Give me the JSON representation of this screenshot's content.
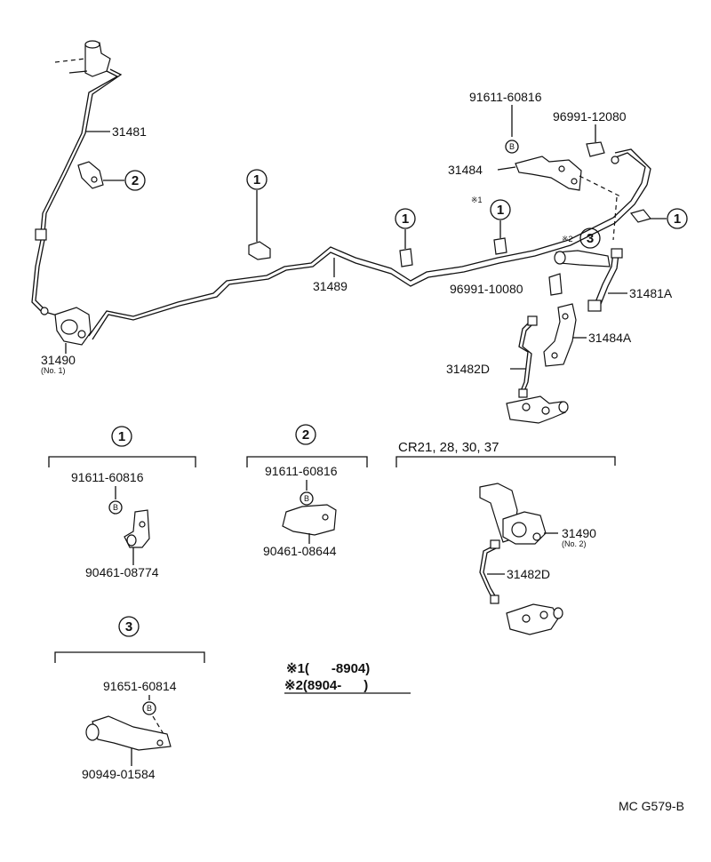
{
  "labels": {
    "p31481": "31481",
    "p31489": "31489",
    "p31490_top": "31490",
    "p31490_top_sub": "(No. 1)",
    "p91611_top": "91611-60816",
    "p96991_12080": "96991-12080",
    "p31484": "31484",
    "ast1_mark": "※1",
    "ast2_mark": "※2",
    "p96991_10080": "96991-10080",
    "p31481A": "31481A",
    "p31484A": "31484A",
    "p31482D_top": "31482D",
    "g1_p91611": "91611-60816",
    "g1_p90461": "90461-08774",
    "g2_p91611": "91611-60816",
    "g2_p90461": "90461-08644",
    "cr_header": "CR21, 28, 30, 37",
    "cr_p31490": "31490",
    "cr_p31490_sub": "(No. 2)",
    "cr_p31482D": "31482D",
    "g3_p91651": "91651-60814",
    "g3_p90949": "90949-01584",
    "note1": "※1(      -8904)",
    "note2": "※2(8904-      )",
    "catalog_code": "MC G579-B"
  },
  "callouts": {
    "one": "1",
    "two": "2",
    "three": "3"
  },
  "bolt_mark": "B"
}
